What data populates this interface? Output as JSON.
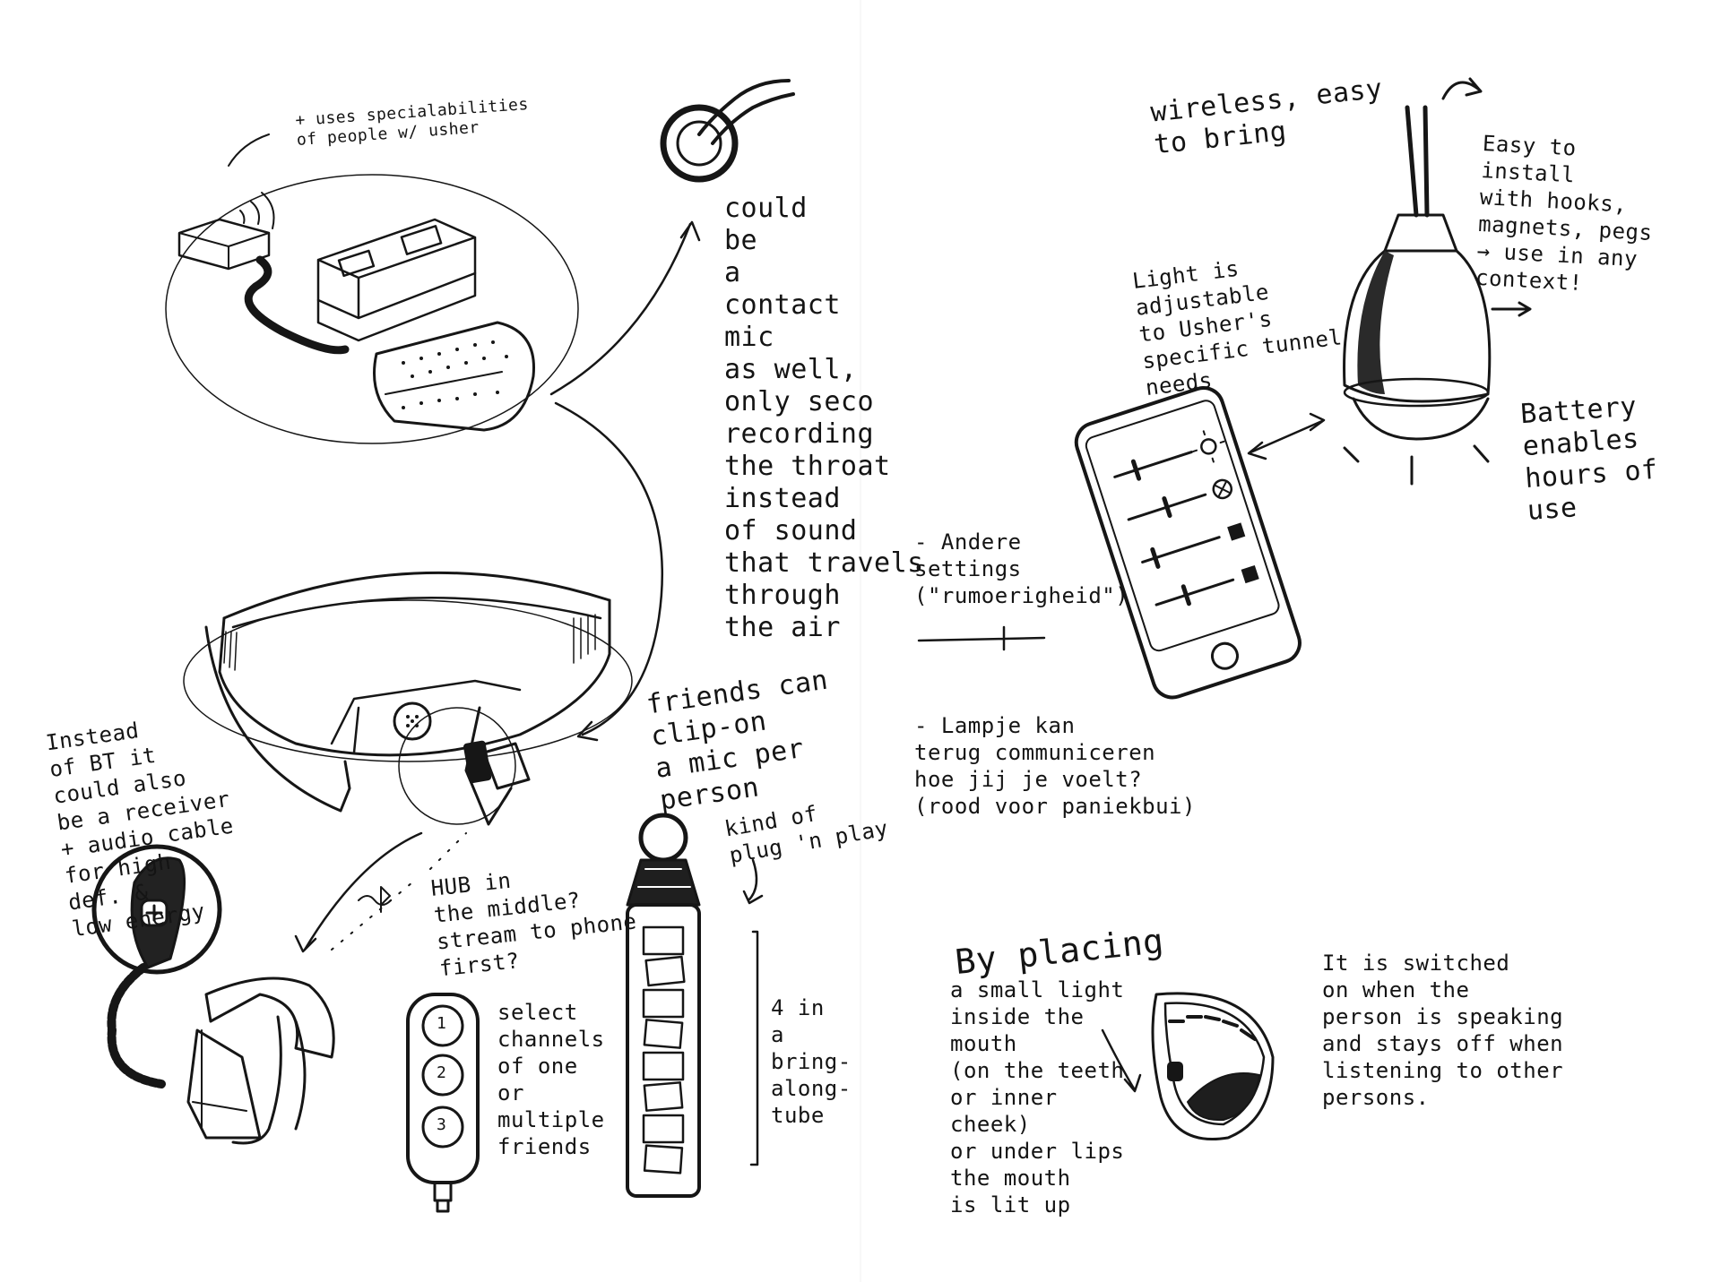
{
  "left_page": {
    "special_abilities_note": "+ uses specialabilities\nof people w/ usher",
    "contact_mic_note": "could\nbe\na\ncontact\nmic\nas well,\nonly seco\nrecording\nthe throat\ninstead\nof sound\nthat travels\nthrough\nthe air",
    "receiver_note": "Instead\nof BT it\ncould also\nbe a receiver\n+ audio cable\nfor high\ndef. &\nlow energy",
    "friends_note": "friends can\nclip-on\na mic per\nperson",
    "hub_note": "HUB in\nthe middle?\nstream to phone\nfirst?",
    "plug_note": "kind of\nplug 'n play",
    "select_note": "select\nchannels\nof one\nor\nmultiple\nfriends",
    "tube_note": "4 in\na\nbring-\nalong-\ntube",
    "remote_buttons": [
      "1",
      "2",
      "3"
    ]
  },
  "right_page": {
    "wireless_note": "wireless, easy\nto bring",
    "install_note": "Easy to\ninstall\nwith hooks,\nmagnets, pegs\n→ use in any\ncontext!",
    "light_note": "Light is\nadjustable\nto Usher's\nspecific tunnel\nneeds",
    "battery_note": "Battery\nenables\nhours of\nuse",
    "settings_note": "- Andere\nsettings\n(\"rumoerigheid\")",
    "lamp_note": "- Lampje kan\nterug communiceren\nhoe jij je voelt?\n(rood voor paniekbui)",
    "placing_title": "By placing",
    "placing_note": "a small light\ninside the\nmouth\n(on the teeth\nor inner\ncheek)\nor under lips\nthe mouth\nis lit up",
    "switched_note": "It is switched\non when the\nperson is speaking\nand stays off when\nlistening to other\npersons."
  }
}
